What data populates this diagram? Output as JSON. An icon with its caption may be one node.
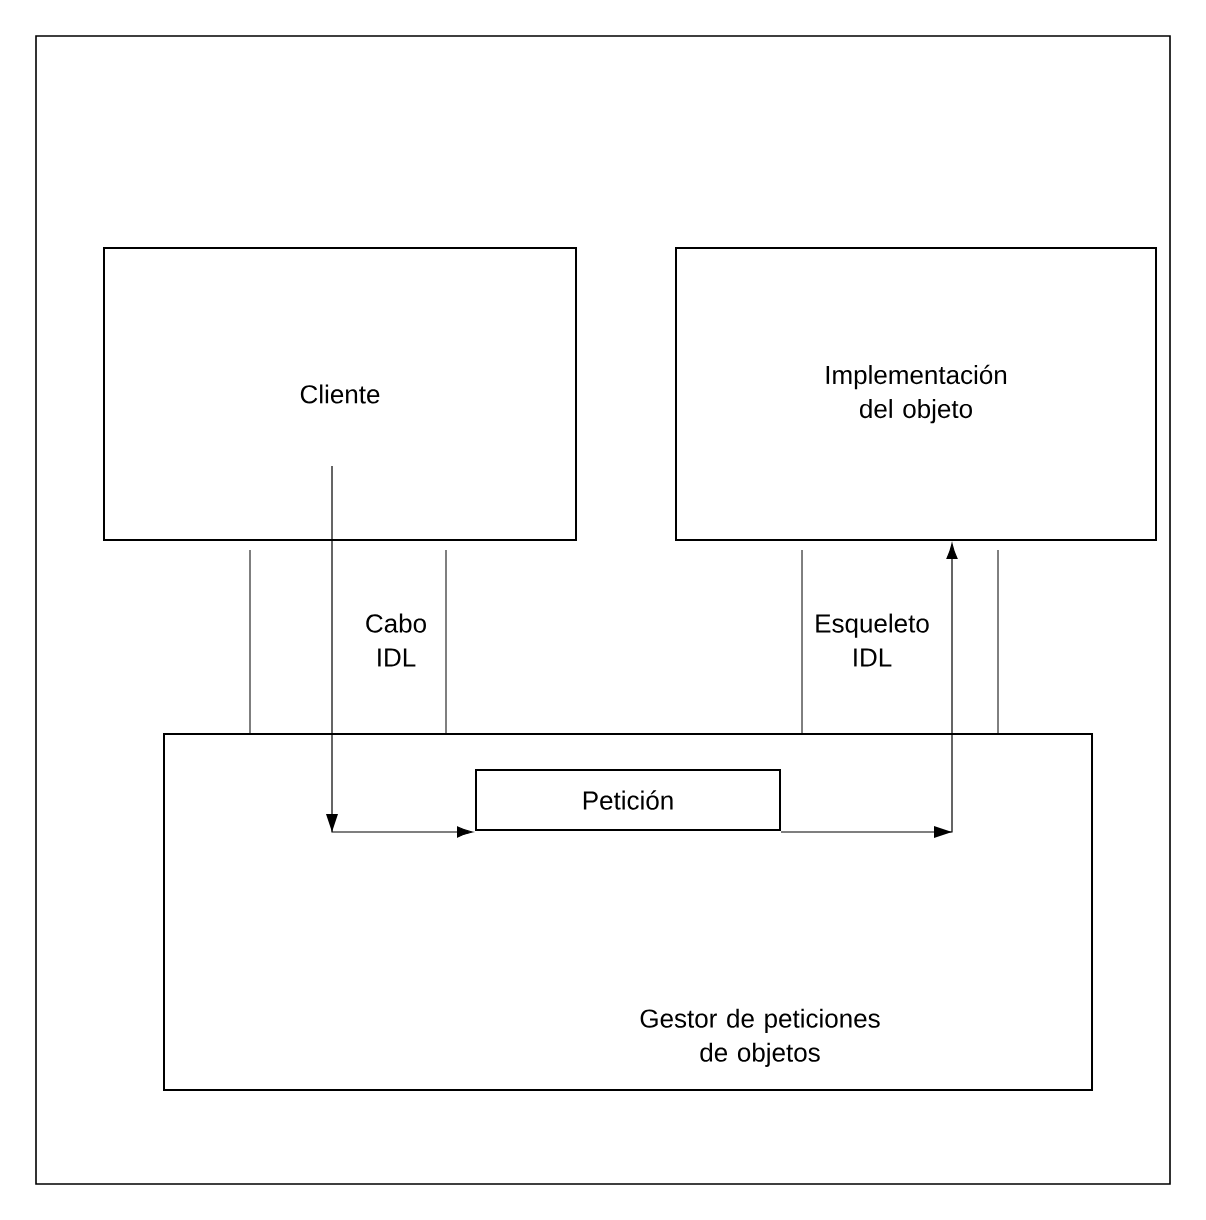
{
  "diagram": {
    "nodes": [
      {
        "text": [
          "Cliente"
        ]
      },
      {
        "text": [
          "Implementación del objeto"
        ]
      },
      {
        "text": [
          "Cabo IDL"
        ]
      },
      {
        "text": [
          "Esqueleto IDL"
        ]
      },
      {
        "text": [
          "Gestor de peticiones de objetos"
        ]
      },
      {
        "text": [
          "Petición"
        ],
        "in": 4
      }
    ],
    "edges": [
      {
        "from": 0,
        "to": 5,
        "arrow": "to"
      },
      {
        "from": 5,
        "to": 1,
        "arrow": "to"
      }
    ]
  }
}
